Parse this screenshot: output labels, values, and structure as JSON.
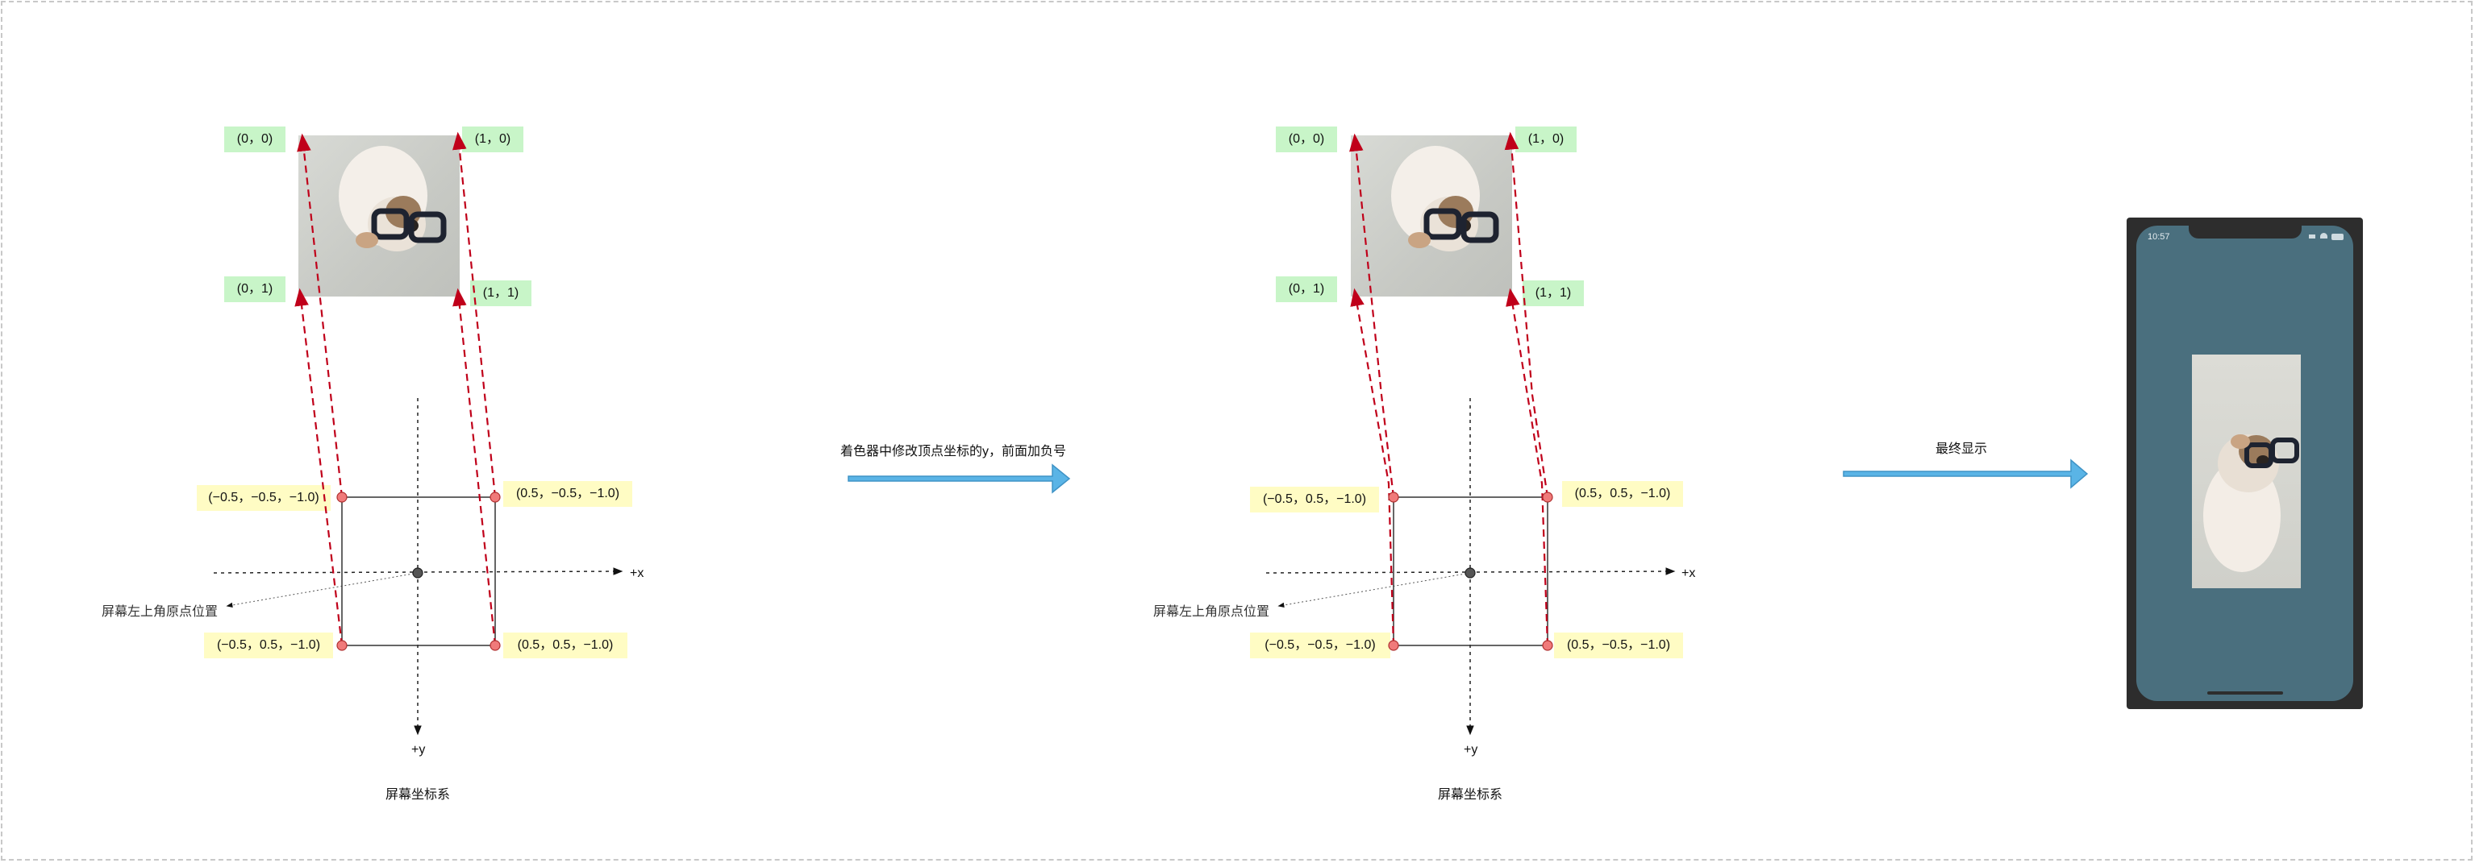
{
  "panels": [
    {
      "tex_tl": "(0，0)",
      "tex_tr": "(1，0)",
      "tex_bl": "(0，1)",
      "tex_br": "(1，1)",
      "v_tl": "(−0.5，−0.5，−1.0)",
      "v_tr": "(0.5，−0.5，−1.0)",
      "v_bl": "(−0.5，0.5，−1.0)",
      "v_br": "(0.5，0.5，−1.0)",
      "x_axis": "+x",
      "y_axis": "+y",
      "origin_note": "屏幕左上角原点位置",
      "caption": "屏幕坐标系"
    },
    {
      "tex_tl": "(0，0)",
      "tex_tr": "(1，0)",
      "tex_bl": "(0，1)",
      "tex_br": "(1，1)",
      "v_tl": "(−0.5，0.5，−1.0)",
      "v_tr": "(0.5，0.5，−1.0)",
      "v_bl": "(−0.5，−0.5，−1.0)",
      "v_br": "(0.5，−0.5，−1.0)",
      "x_axis": "+x",
      "y_axis": "+y",
      "origin_note": "屏幕左上角原点位置",
      "caption": "屏幕坐标系"
    }
  ],
  "arrow1_label": "着色器中修改顶点坐标的y，前面加负号",
  "arrow2_label": "最终显示",
  "phone": {
    "time": "10:57"
  },
  "colors": {
    "green_tag": "#c8f5c8",
    "yellow_tag": "#fffcc4",
    "arrow_blue": "#5ab4e6",
    "dashed_red": "#c0001a",
    "screen": "#4a6f7e"
  },
  "icons": [
    "hamster-glasses-image",
    "signal-icon",
    "wifi-icon",
    "battery-icon"
  ]
}
